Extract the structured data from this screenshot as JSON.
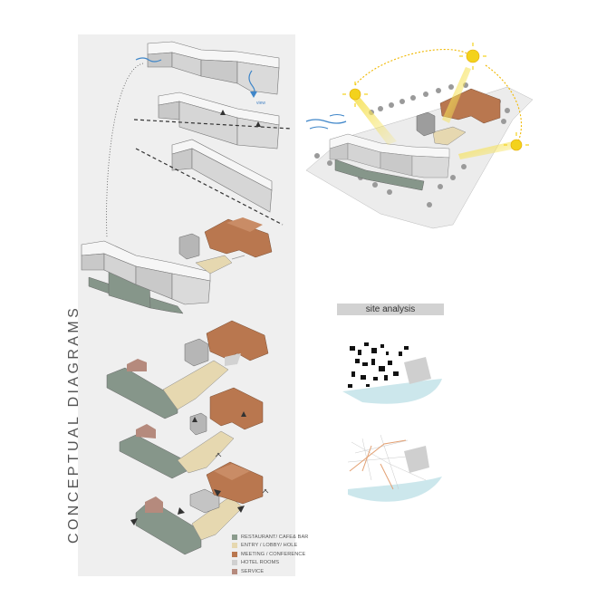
{
  "section_title": "CONCEPTUAL DIAGRAMS",
  "site_analysis_label": "site analysis",
  "view_label": "view",
  "legend": [
    {
      "label": "RESTAURANT/ CAFE& BAR",
      "color": "#8a9b8c"
    },
    {
      "label": "ENTRY  / LOBBY/ HOLE",
      "color": "#e6d8b0"
    },
    {
      "label": "MEETING / CONFERENCE",
      "color": "#b9774f"
    },
    {
      "label": "HOTEL ROOMS",
      "color": "#d0d0d0"
    },
    {
      "label": "SERVICE",
      "color": "#b58a7d"
    }
  ],
  "colors": {
    "panel_bg": "#efefef",
    "restaurant": "#8a9b8c",
    "entry": "#e6d8b0",
    "meeting": "#b9774f",
    "hotel": "#d0d0d0",
    "service": "#b58a7d",
    "water": "#cce7ec",
    "sun": "#f3d21c"
  }
}
